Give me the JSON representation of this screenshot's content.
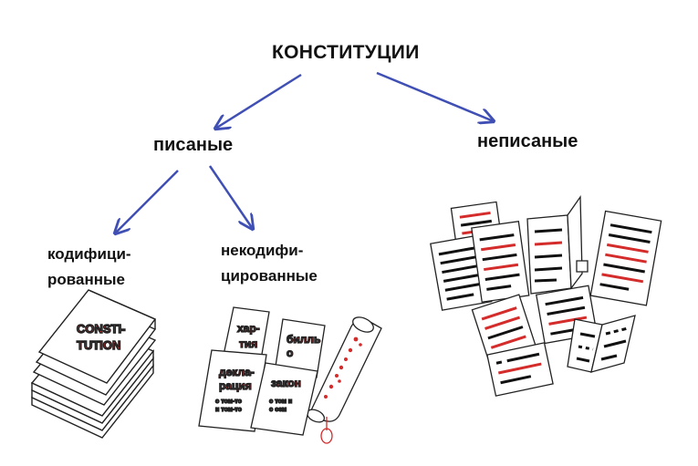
{
  "root": {
    "label": "КОНСТИТУЦИИ"
  },
  "branches": {
    "written": {
      "label": "писаные"
    },
    "unwritten": {
      "label": "неписаные"
    }
  },
  "written_types": {
    "codified": {
      "line1": "кодифици-",
      "line2": "рованные"
    },
    "uncodified": {
      "line1": "некодифи-",
      "line2": "цированные"
    }
  },
  "book": {
    "line1": "CONSTI-",
    "line2": "TUTION"
  },
  "documents": {
    "charter": {
      "line1": "хар-",
      "line2": "тия"
    },
    "bill": {
      "line1": "билль",
      "line2": "о"
    },
    "declaration": {
      "line1": "декла-",
      "line2": "рация",
      "sub1": "о том-то",
      "sub2": "и том-то"
    },
    "law": {
      "line1": "закон",
      "sub1": "о том и",
      "sub2": "о сем"
    }
  },
  "colors": {
    "arrow": "#3f4fb4",
    "accent": "#d42b2b",
    "ink": "#111111"
  }
}
